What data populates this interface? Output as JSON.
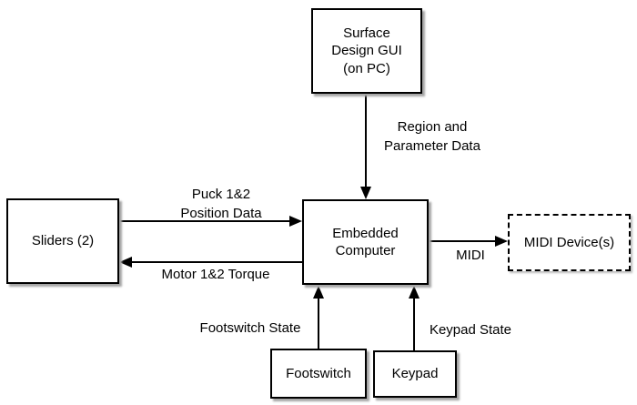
{
  "diagram": {
    "nodes": {
      "surface_gui": {
        "label": "Surface\nDesign GUI\n(on PC)"
      },
      "sliders": {
        "label": "Sliders (2)"
      },
      "embedded": {
        "label": "Embedded\nComputer"
      },
      "midi_device": {
        "label": "MIDI Device(s)"
      },
      "footswitch": {
        "label": "Footswitch"
      },
      "keypad": {
        "label": "Keypad"
      }
    },
    "edges": {
      "region_parameter": {
        "label": "Region and\nParameter Data"
      },
      "puck_position": {
        "label": "Puck 1&2\nPosition Data"
      },
      "motor_torque": {
        "label": "Motor 1&2 Torque"
      },
      "midi": {
        "label": "MIDI"
      },
      "footswitch_state": {
        "label": "Footswitch State"
      },
      "keypad_state": {
        "label": "Keypad State"
      }
    },
    "colors": {
      "line": "#000000",
      "box_border": "#000000",
      "box_fill": "#ffffff",
      "shadow": "#a6a6a6",
      "background": "#ffffff"
    }
  }
}
